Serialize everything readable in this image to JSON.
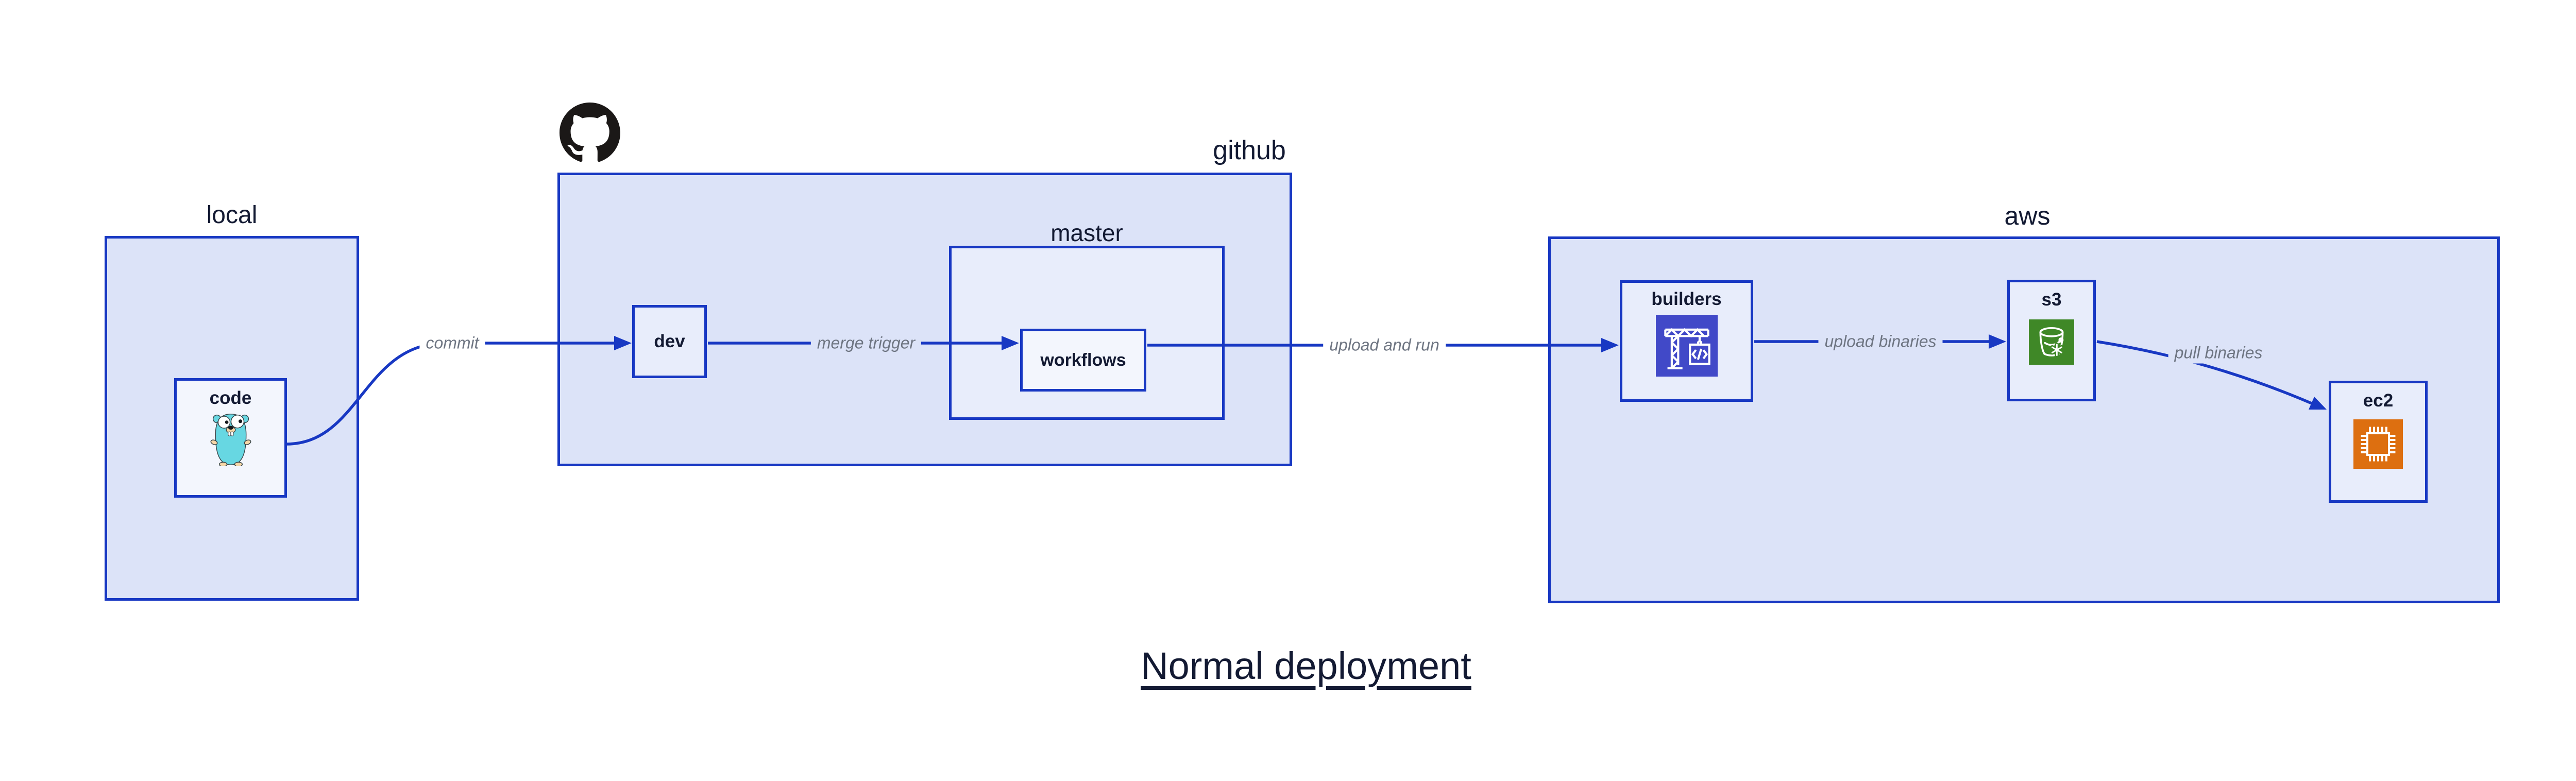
{
  "title": "Normal deployment",
  "colors": {
    "border_and_arrow_blue": "#1838c3",
    "group_fill": "#dce3f8",
    "node_fill": "#e8edfb",
    "inner_node_fill": "#f3f6fd",
    "edge_label_gray": "#6e7582",
    "text_navy": "#131a33",
    "github_logo_black": "#1b1817",
    "codebuild_icon_indigo": "#4149c8",
    "s3_icon_green": "#3f8827",
    "ec2_icon_orange": "#dd6f10",
    "gopher_teal": "#67d7e2"
  },
  "groups": {
    "local": {
      "label": "local"
    },
    "github": {
      "label": "github",
      "icon": "github-octocat-icon"
    },
    "aws": {
      "label": "aws"
    }
  },
  "nodes": {
    "code": {
      "label": "code",
      "icon": "go-gopher-icon"
    },
    "dev": {
      "label": "dev"
    },
    "master": {
      "label": "master"
    },
    "workflows": {
      "label": "workflows"
    },
    "builders": {
      "label": "builders",
      "icon": "codebuild-crane-icon"
    },
    "s3": {
      "label": "s3",
      "icon": "s3-glacier-bucket-icon"
    },
    "ec2": {
      "label": "ec2",
      "icon": "ec2-chip-icon"
    }
  },
  "edges": [
    {
      "from": "code",
      "to": "dev",
      "label": "commit"
    },
    {
      "from": "dev",
      "to": "workflows",
      "label": "merge trigger"
    },
    {
      "from": "workflows",
      "to": "builders",
      "label": "upload and run"
    },
    {
      "from": "builders",
      "to": "s3",
      "label": "upload binaries"
    },
    {
      "from": "s3",
      "to": "ec2",
      "label": "pull binaries"
    }
  ]
}
